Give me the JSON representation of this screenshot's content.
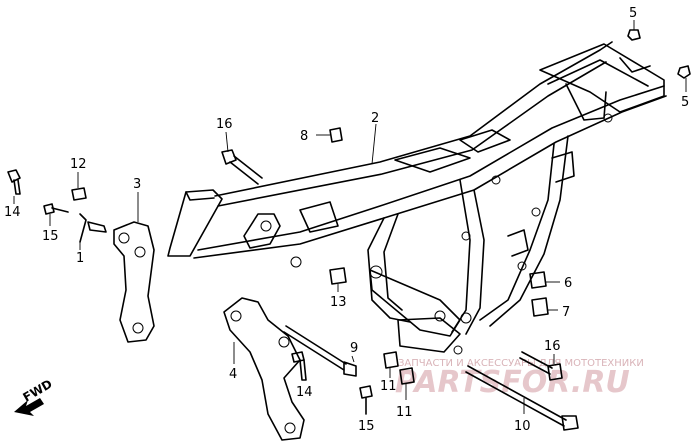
{
  "callouts": [
    {
      "id": "c5a",
      "label": "5"
    },
    {
      "id": "c5b",
      "label": "5"
    },
    {
      "id": "c2",
      "label": "2"
    },
    {
      "id": "c8",
      "label": "8"
    },
    {
      "id": "c16a",
      "label": "16"
    },
    {
      "id": "c12",
      "label": "12"
    },
    {
      "id": "c3",
      "label": "3"
    },
    {
      "id": "c14a",
      "label": "14"
    },
    {
      "id": "c15a",
      "label": "15"
    },
    {
      "id": "c1",
      "label": "1"
    },
    {
      "id": "c13",
      "label": "13"
    },
    {
      "id": "c6",
      "label": "6"
    },
    {
      "id": "c7",
      "label": "7"
    },
    {
      "id": "c9",
      "label": "9"
    },
    {
      "id": "c4",
      "label": "4"
    },
    {
      "id": "c14b",
      "label": "14"
    },
    {
      "id": "c15b",
      "label": "15"
    },
    {
      "id": "c11a",
      "label": "11"
    },
    {
      "id": "c11b",
      "label": "11"
    },
    {
      "id": "c16b",
      "label": "16"
    },
    {
      "id": "c10",
      "label": "10"
    }
  ],
  "direction_marker": {
    "label": "FWD"
  },
  "watermark": {
    "tagline": "ЗАПЧАСТИ И АКСЕССУАРЫ ДЛЯ МОТОТЕХНИКИ",
    "brand": "PARTSFOR.RU"
  },
  "colors": {
    "line": "#000000",
    "background": "#ffffff",
    "watermark": "#e6c7cb"
  }
}
